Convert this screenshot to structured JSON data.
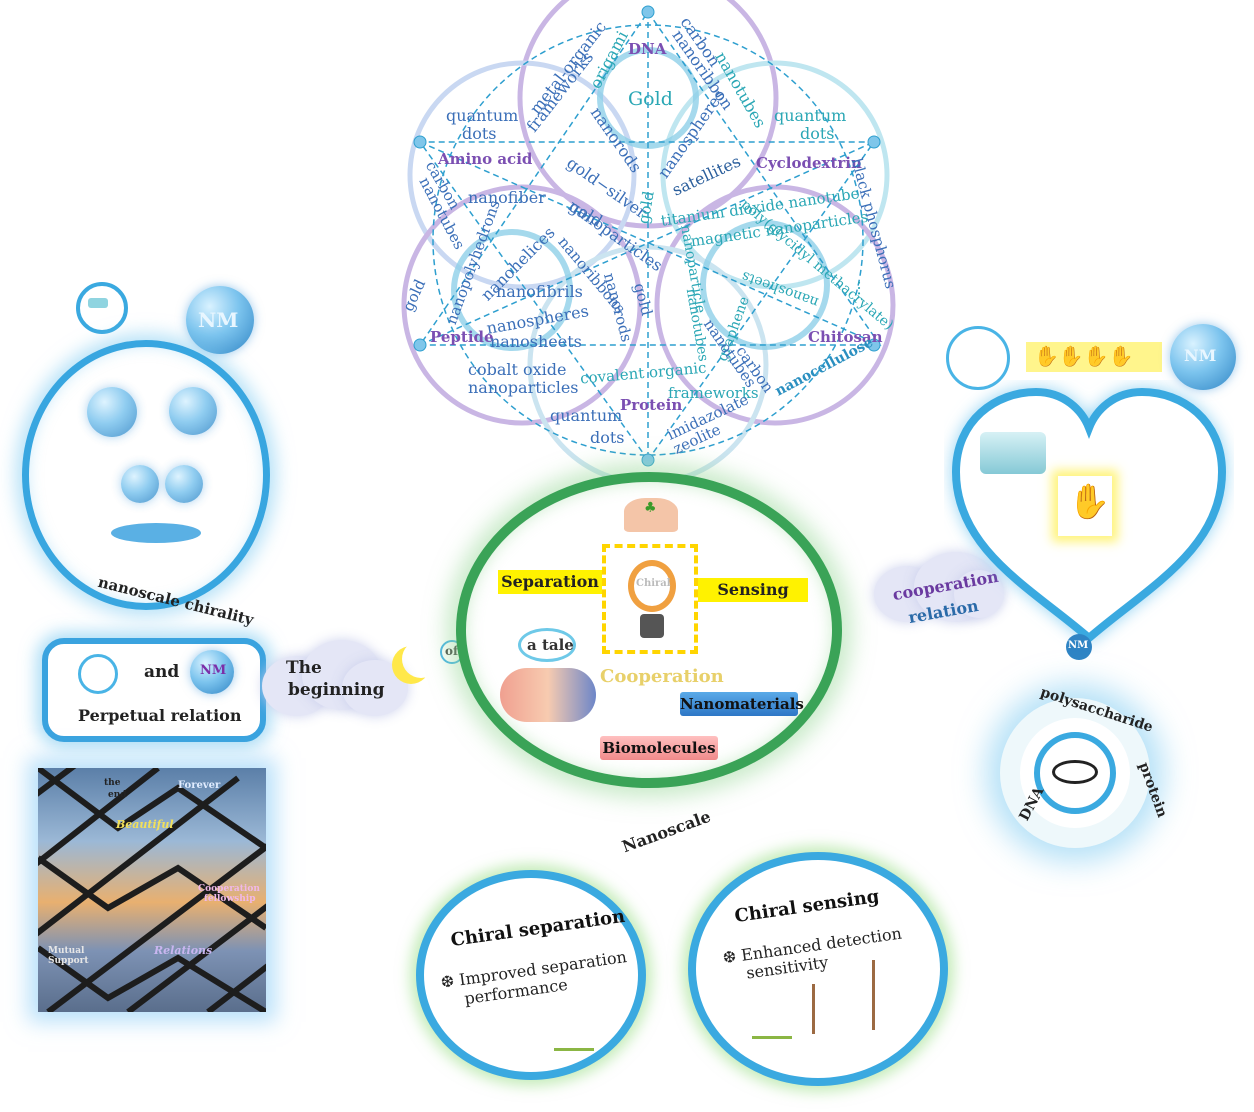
{
  "web": {
    "categories": {
      "dna": "DNA",
      "amino_acid": "Amino acid",
      "cyclodextrin": "Cyclodextrin",
      "peptide": "Peptide",
      "chitosan": "Chitosan",
      "protein": "Protein"
    },
    "terms": {
      "gold": "Gold",
      "metal_organic": "metal-organic",
      "frameworks": "frameworks",
      "origami": "origami",
      "carbon": "carbon",
      "nanoribbon": "nanoribbon",
      "nanotubes": "nanotubes",
      "quantum_1": "quantum",
      "dots_1": "dots",
      "quantum_2": "quantum",
      "dots_2": "dots",
      "nanorods": "nanorods",
      "nanospheres": "nanospheres",
      "gold_silver": "gold−silver",
      "satellites": "satellites",
      "black_phosphorus": "black phosphorus",
      "carbon_l": "carbon",
      "nanotubes_l": "nanotubes",
      "nanofiber": "nanofiber",
      "nanopolyhedrons": "nanopolyhedrons",
      "gold_l": "gold",
      "gold_nanoparticles": "gold",
      "nanoparticles": "nanoparticles",
      "gold_c": "gold",
      "titanium_dioxide": "titanium dioxide nanotube",
      "magnetic": "magnetic nanoparticles",
      "polyglycidyl": "poly(glycidyl methacrylate)",
      "nanosheets_r": "nanosheets",
      "nanohelices": "nanohelices",
      "nanofibrils": "nanofibrils",
      "nanoribbons": "nanoribbons",
      "nanospheres_b": "nanospheres",
      "nanosheets_b": "nanosheets",
      "nanorods_b": "nanorods",
      "gold_b": "gold",
      "nanoparticle_b": "nanoparticle",
      "nanotubes_b": "nanotubes",
      "graphene": "graphene",
      "dots_ellipsis": "…",
      "cobalt_oxide": "cobalt oxide",
      "nanoparticles_co": "nanoparticles",
      "covalent_organic": "covalent organic",
      "frameworks_b": "frameworks",
      "carbon_b": "carbon",
      "nanotubes_bb": "nanotubes",
      "nanocellulose": "nanocellulose",
      "quantum_3": "quantum",
      "dots_3": "dots",
      "imidazolate": "imidazolate",
      "zeolite": "zeolite"
    }
  },
  "center": {
    "separation": "Separation",
    "sensing": "Sensing",
    "a_tale": "a tale",
    "chiral": "Chiral",
    "cooperation": "Cooperation",
    "nanomaterials": "Nanomaterials",
    "biomolecules": "Biomolecules"
  },
  "left": {
    "nm": "NM",
    "arc": "nanoscale chirality",
    "and": "and",
    "nm_small": "NM",
    "perpetual": "Perpetual relation",
    "beginning_1": "The",
    "beginning_2": "beginning",
    "of": "of",
    "collage": {
      "forever": "Forever",
      "the": "the",
      "end": "end",
      "beautiful": "Beautiful",
      "cooperation": "Cooperation",
      "fellowship": "fellowship",
      "mutual": "Mutual",
      "support": "Support",
      "relations": "Relations"
    }
  },
  "right": {
    "nm": "NM",
    "cooperation": "cooperation",
    "relation": "relation",
    "nm_small": "NM",
    "polysaccharide": "polysaccharide",
    "dna": "DNA",
    "protein": "protein"
  },
  "bottom": {
    "nanoscale": "Nanoscale",
    "sep_title": "Chiral separation",
    "sep_desc_1": "❆ Improved separation",
    "sep_desc_2": "performance",
    "sens_title": "Chiral sensing",
    "sens_desc_1": "❆ Enhanced detection",
    "sens_desc_2": "sensitivity"
  },
  "colors": {
    "accent_blue": "#33a3df",
    "green_ring": "#3fb35c",
    "yellow": "#fff200",
    "purple": "#7b4fb2",
    "teal": "#2aa7b5"
  }
}
